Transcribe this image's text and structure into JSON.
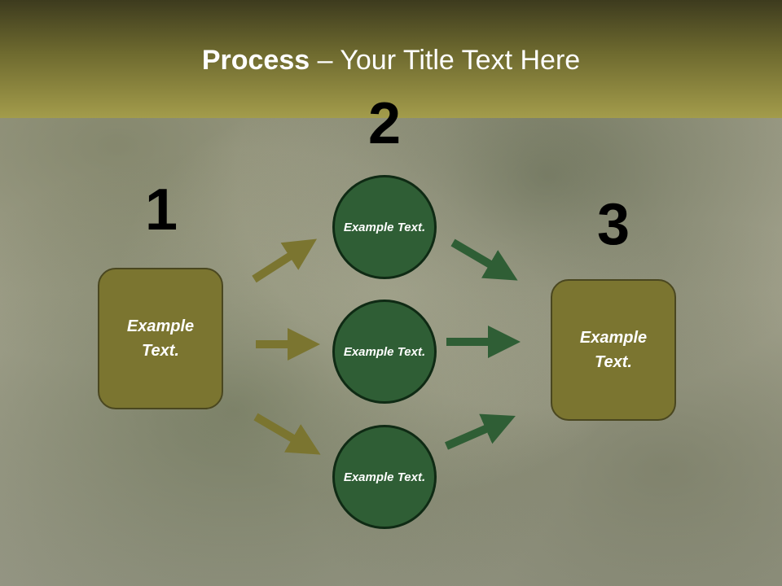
{
  "slide": {
    "title_bold": "Process",
    "title_rest": " – Your Title Text Here",
    "steps": {
      "one": "1",
      "two": "2",
      "three": "3"
    },
    "left_box": "Example Text.",
    "right_box": "Example Text.",
    "circles": [
      "Example Text.",
      "Example Text.",
      "Example Text."
    ]
  },
  "colors": {
    "box_fill": "#7b7530",
    "circle_fill": "#2f5e35",
    "arrow_olive": "#7b7530",
    "arrow_green": "#2f5e35"
  }
}
